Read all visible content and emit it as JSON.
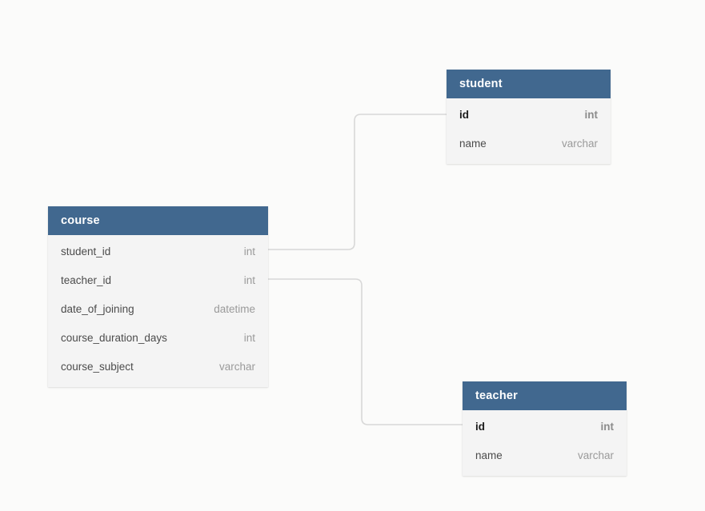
{
  "diagram": {
    "type": "entity-relationship-diagram",
    "background_color": "#fbfbfa",
    "header_color": "#41688f",
    "row_background_color": "#f4f4f4",
    "connector_color": "#d8d8d8",
    "entities": [
      {
        "id": "course",
        "title": "course",
        "fields": [
          {
            "name": "student_id",
            "type": "int",
            "key": false
          },
          {
            "name": "teacher_id",
            "type": "int",
            "key": false
          },
          {
            "name": "date_of_joining",
            "type": "datetime",
            "key": false
          },
          {
            "name": "course_duration_days",
            "type": "int",
            "key": false
          },
          {
            "name": "course_subject",
            "type": "varchar",
            "key": false
          }
        ]
      },
      {
        "id": "student",
        "title": "student",
        "fields": [
          {
            "name": "id",
            "type": "int",
            "key": true
          },
          {
            "name": "name",
            "type": "varchar",
            "key": false
          }
        ]
      },
      {
        "id": "teacher",
        "title": "teacher",
        "fields": [
          {
            "name": "id",
            "type": "int",
            "key": true
          },
          {
            "name": "name",
            "type": "varchar",
            "key": false
          }
        ]
      }
    ],
    "relationships": [
      {
        "from_entity": "course",
        "from_field": "student_id",
        "to_entity": "student",
        "to_field": "id"
      },
      {
        "from_entity": "course",
        "from_field": "teacher_id",
        "to_entity": "teacher",
        "to_field": "id"
      }
    ]
  }
}
